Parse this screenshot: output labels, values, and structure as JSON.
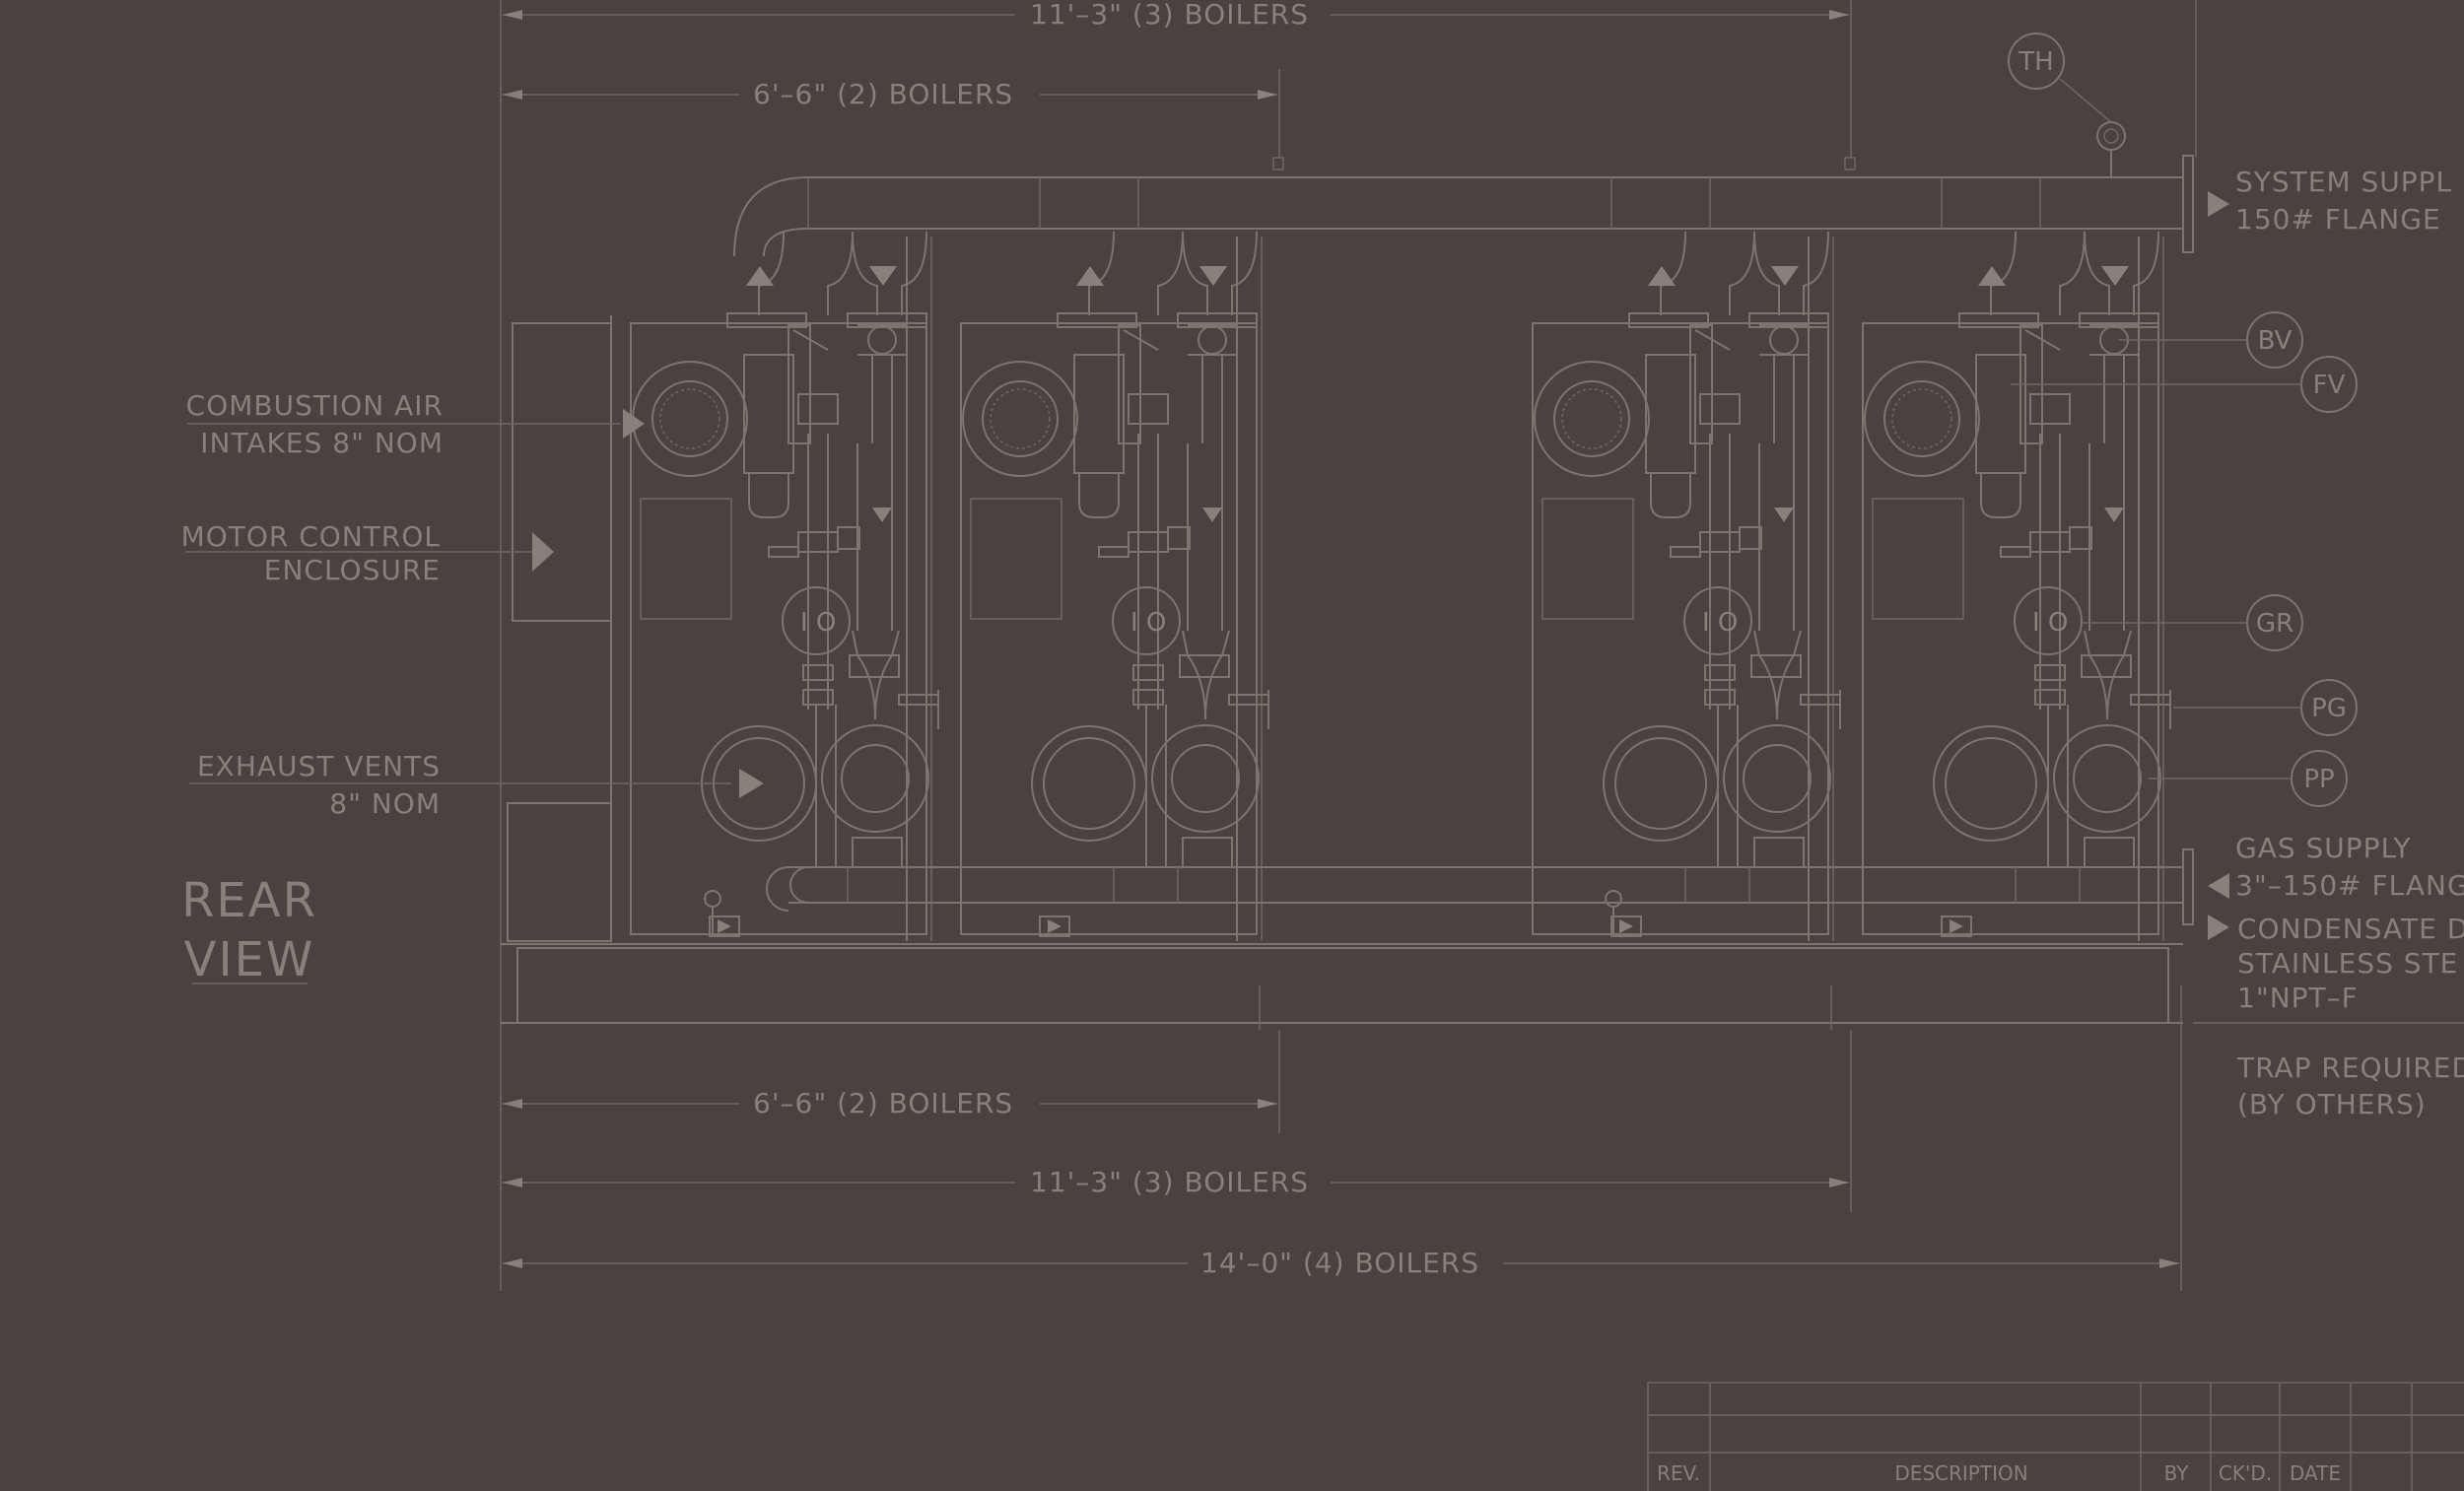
{
  "labels": {
    "combustion_air_1": "COMBUSTION AIR",
    "combustion_air_2": "INTAKES 8\" NOM",
    "motor_control_1": "MOTOR CONTROL",
    "motor_control_2": "ENCLOSURE",
    "exhaust_1": "EXHAUST VENTS",
    "exhaust_2": "8\" NOM",
    "view_1": "REAR",
    "view_2": "VIEW",
    "system_supply_1": "SYSTEM SUPPL",
    "system_supply_2": "150# FLANGE",
    "gas_supply_1": "GAS SUPPLY",
    "gas_supply_2": "3\"–150# FLANG",
    "condensate_1": "CONDENSATE D",
    "condensate_2": "STAINLESS STE",
    "condensate_3": "1\"NPT–F",
    "trap_1": "TRAP REQUIRED",
    "trap_2": "(BY OTHERS)"
  },
  "dimensions": {
    "top_3_boilers": "11'–3\"  (3)  BOILERS",
    "top_2_boilers": "6'–6\"  (2)  BOILERS",
    "bottom_2_boilers": "6'–6\"  (2)  BOILERS",
    "bottom_3_boilers": "11'–3\"  (3)  BOILERS",
    "bottom_4_boilers": "14'–0\"  (4)  BOILERS"
  },
  "callouts": {
    "th": "TH",
    "bv": "BV",
    "fv": "FV",
    "gr": "GR",
    "pg": "PG",
    "pp": "PP"
  },
  "title_block": {
    "rev": "REV.",
    "description": "DESCRIPTION",
    "by": "BY",
    "ckd": "CK'D.",
    "date": "DATE"
  },
  "colors": {
    "background": "#4a423f",
    "linework": "#7d7470",
    "text": "#8a807b"
  }
}
